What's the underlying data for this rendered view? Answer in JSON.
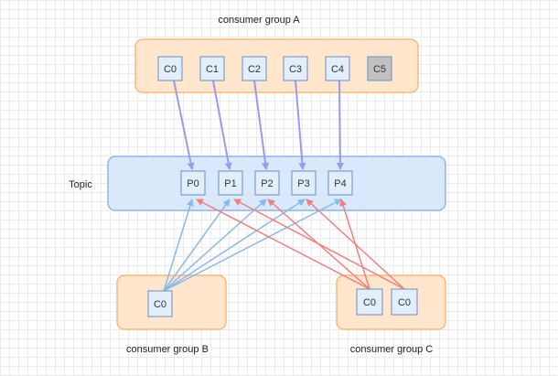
{
  "group_a": {
    "label": "consumer group A",
    "consumers": [
      "C0",
      "C1",
      "C2",
      "C3",
      "C4",
      "C5"
    ],
    "inactive_consumer": "C5"
  },
  "topic": {
    "label": "Topic",
    "partitions": [
      "P0",
      "P1",
      "P2",
      "P3",
      "P4"
    ]
  },
  "group_b": {
    "label": "consumer group B",
    "consumers": [
      "C0"
    ]
  },
  "group_c": {
    "label": "consumer group C",
    "consumers": [
      "C0",
      "C0"
    ]
  },
  "colors": {
    "consumer_group_fill": "#ffe6cc",
    "consumer_group_stroke": "#f8b97a",
    "topic_fill": "#dae8fc",
    "topic_stroke": "#8fb8e8",
    "box_fill": "#e3eefc",
    "box_stroke": "#6c8ebf",
    "inactive_fill": "#c0c0c0",
    "arrow_group_a": "#9a9af0",
    "arrow_group_b": "#8ab8ee",
    "arrow_group_c": "#f08080"
  }
}
